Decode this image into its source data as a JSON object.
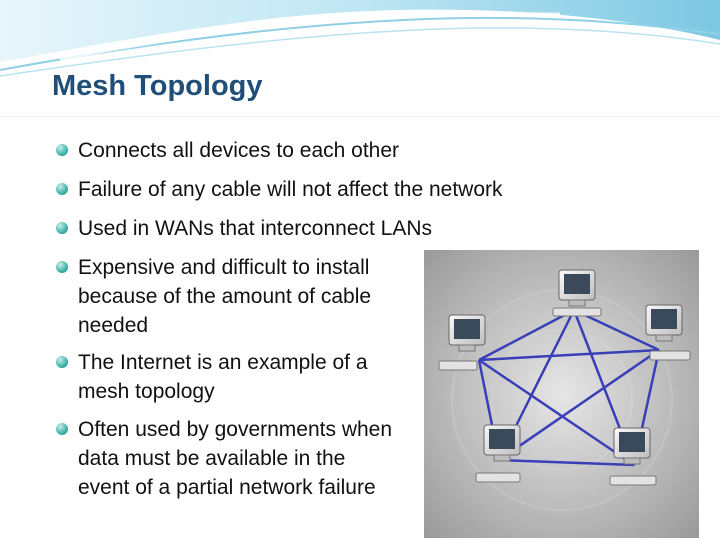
{
  "slide": {
    "title": "Mesh Topology",
    "bullets": [
      "Connects all devices to each other",
      "Failure of any cable will not affect the network",
      "Used in WANs that interconnect LANs",
      "Expensive and difficult to install because of the amount of cable needed",
      "The Internet is an example of a mesh topology",
      "Often used by governments when data must be available in the event of a partial network failure"
    ],
    "colors": {
      "title": "#1f4e79",
      "bullet": "#3fb3a9",
      "header_wave": "#9fd7ea",
      "cable": "#3a3fb8"
    },
    "image": {
      "icon": "mesh-network-computers",
      "node_count": 5
    }
  }
}
